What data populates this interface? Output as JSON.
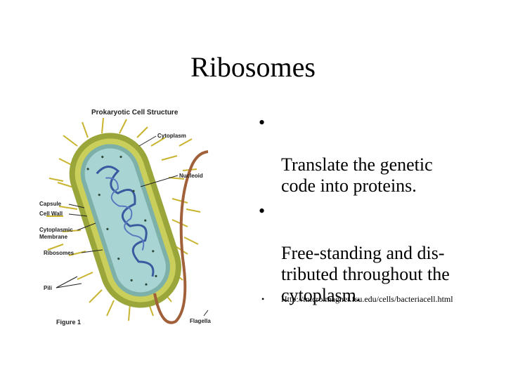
{
  "slide": {
    "title": "Ribosomes",
    "bullets": [
      "Translate the genetic\ncode into proteins.",
      "Free-standing and dis-\ntributed throughout the\ncytoplasm."
    ],
    "source": "Http://micro.magnet.fsu.edu/cells/bacteriacell.html"
  },
  "figure": {
    "heading": "Prokaryotic Cell Structure",
    "caption": "Figure 1",
    "labels": {
      "cytoplasm": "Cytoplasm",
      "nucleoid": "Nucleoid",
      "capsule": "Capsule",
      "cell_wall": "Cell Wall",
      "membrane_line1": "Cytoplasmic",
      "membrane_line2": "Membrane",
      "ribosomes": "Ribosomes",
      "pili": "Pili",
      "flagella": "Flagella"
    },
    "colors": {
      "capsule": "#9aa63a",
      "cell_wall": "#c9cf5a",
      "membrane": "#7db0a8",
      "cytoplasm": "#a8d4d4",
      "nucleoid": "#3a5aa0",
      "pili": "#c9b430",
      "flagellum": "#a0603a"
    }
  }
}
